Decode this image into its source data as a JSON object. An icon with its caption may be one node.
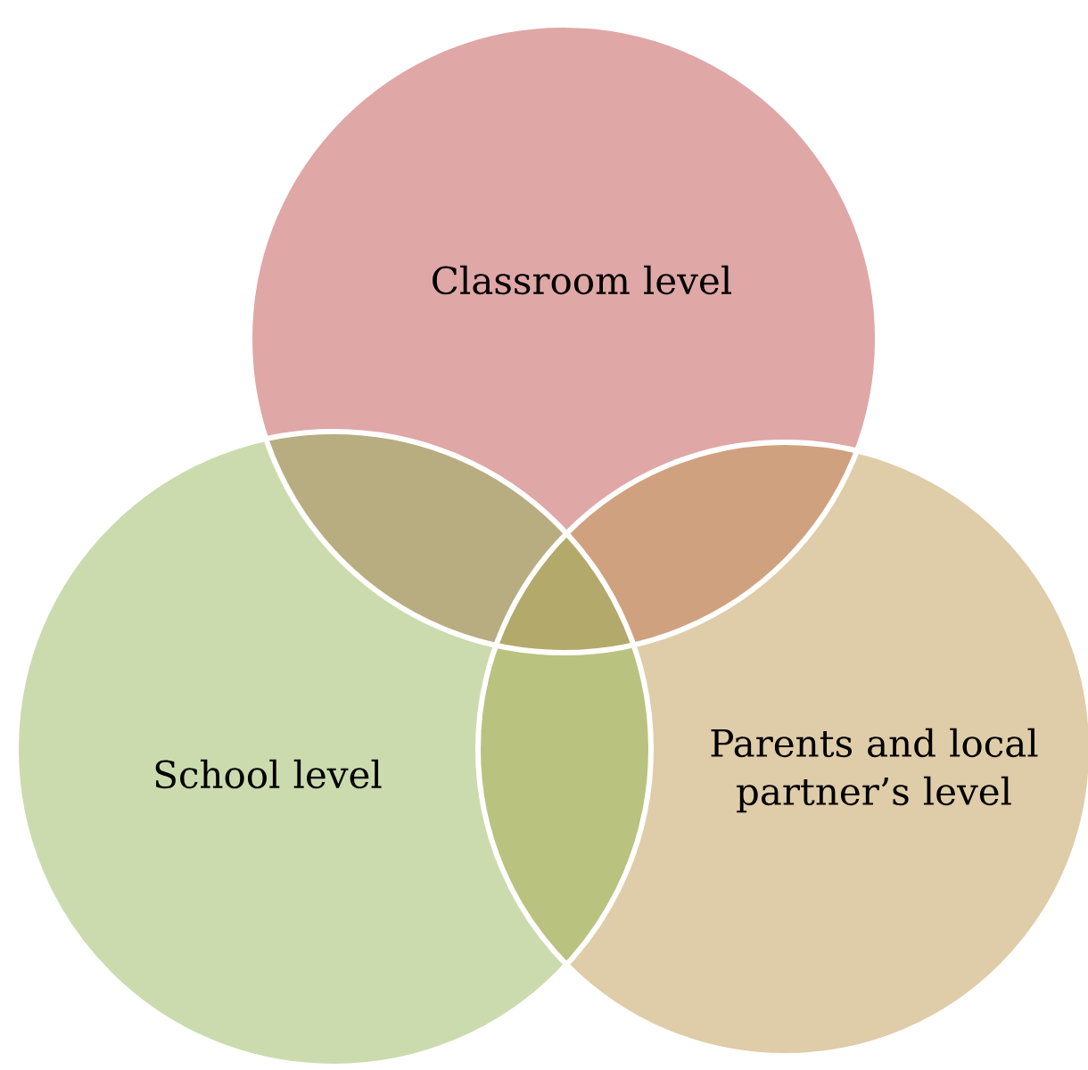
{
  "diagram": {
    "nodes": [
      {
        "text": [
          "Classroom level"
        ]
      },
      {
        "text": [
          "School level"
        ]
      },
      {
        "text": [
          "Parents and local partner’s level"
        ]
      }
    ]
  }
}
